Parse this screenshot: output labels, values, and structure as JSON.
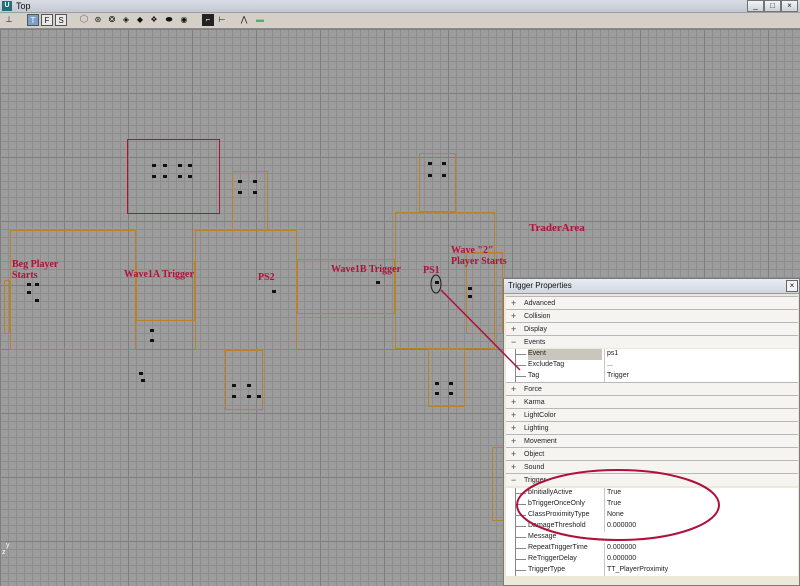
{
  "window": {
    "title": "Top",
    "app_icon": "U",
    "buttons": [
      "_",
      "□",
      "×"
    ]
  },
  "toolbar": {
    "view_buttons": [
      {
        "label": "T",
        "selected": true
      },
      {
        "label": "F",
        "selected": false
      },
      {
        "label": "S",
        "selected": false
      }
    ],
    "tool_icons": [
      "render-mode-icon",
      "wireframe-icon",
      "zone-icon",
      "lighting-icon",
      "texture-icon",
      "dynamic-light-icon",
      "unlit-icon",
      "depth-icon",
      "camera-icon",
      "realtime-icon",
      "mountain-icon",
      "bar-icon"
    ]
  },
  "map_labels": {
    "beg_player_starts": "Beg Player\nStarts",
    "wave1a_trigger": "Wave1A Trigger",
    "ps2": "PS2",
    "wave1b_trigger": "Wave1B Trigger",
    "ps1": "PS1",
    "wave2_player_starts": "Wave \"2\"\nPlayer Starts",
    "trader_area": "TraderArea"
  },
  "axis": {
    "y": "y",
    "z": "z"
  },
  "properties": {
    "title": "Trigger Properties",
    "close": "×",
    "categories": {
      "advanced": "Advanced",
      "collision": "Collision",
      "display": "Display",
      "events": "Events",
      "force": "Force",
      "karma": "Karma",
      "lightcolor": "LightColor",
      "lighting": "Lighting",
      "movement": "Movement",
      "object": "Object",
      "sound": "Sound",
      "trigger": "Trigger"
    },
    "events_rows": [
      {
        "key": "Event",
        "value": "ps1"
      },
      {
        "key": "ExcludeTag",
        "value": "..."
      },
      {
        "key": "Tag",
        "value": "Trigger"
      }
    ],
    "trigger_rows": [
      {
        "key": "bInitiallyActive",
        "value": "True"
      },
      {
        "key": "bTriggerOnceOnly",
        "value": "True"
      },
      {
        "key": "ClassProximityType",
        "value": "None"
      },
      {
        "key": "DamageThreshold",
        "value": "0.000000"
      },
      {
        "key": "Message",
        "value": ""
      },
      {
        "key": "RepeatTriggerTime",
        "value": "0.000000"
      },
      {
        "key": "ReTriggerDelay",
        "value": "0.000000"
      },
      {
        "key": "TriggerType",
        "value": "TT_PlayerProximity"
      }
    ]
  },
  "colors": {
    "annotation": "#b0103a",
    "room_outline": "#b8822a",
    "grid": "#9d9d9d"
  }
}
